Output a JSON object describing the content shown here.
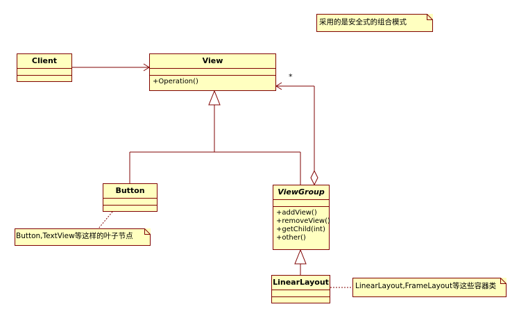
{
  "classes": {
    "client": {
      "name": "Client"
    },
    "view": {
      "name": "View",
      "operations": [
        "+Operation()"
      ]
    },
    "button": {
      "name": "Button"
    },
    "viewgroup": {
      "name": "ViewGroup",
      "operations": [
        "+addView()",
        "+removeView()",
        "+getChild(int)",
        "+other()"
      ]
    },
    "linearlayout": {
      "name": "LinearLayout"
    }
  },
  "notes": {
    "safe_mode": "采用的是安全式的组合模式",
    "leaf_nodes": "Button,TextView等这样的叶子节点",
    "containers": "LinearLayout,FrameLayout等这些容器类"
  },
  "multiplicity": "*",
  "colors": {
    "line": "#7f0000",
    "fill": "#ffffc0"
  }
}
